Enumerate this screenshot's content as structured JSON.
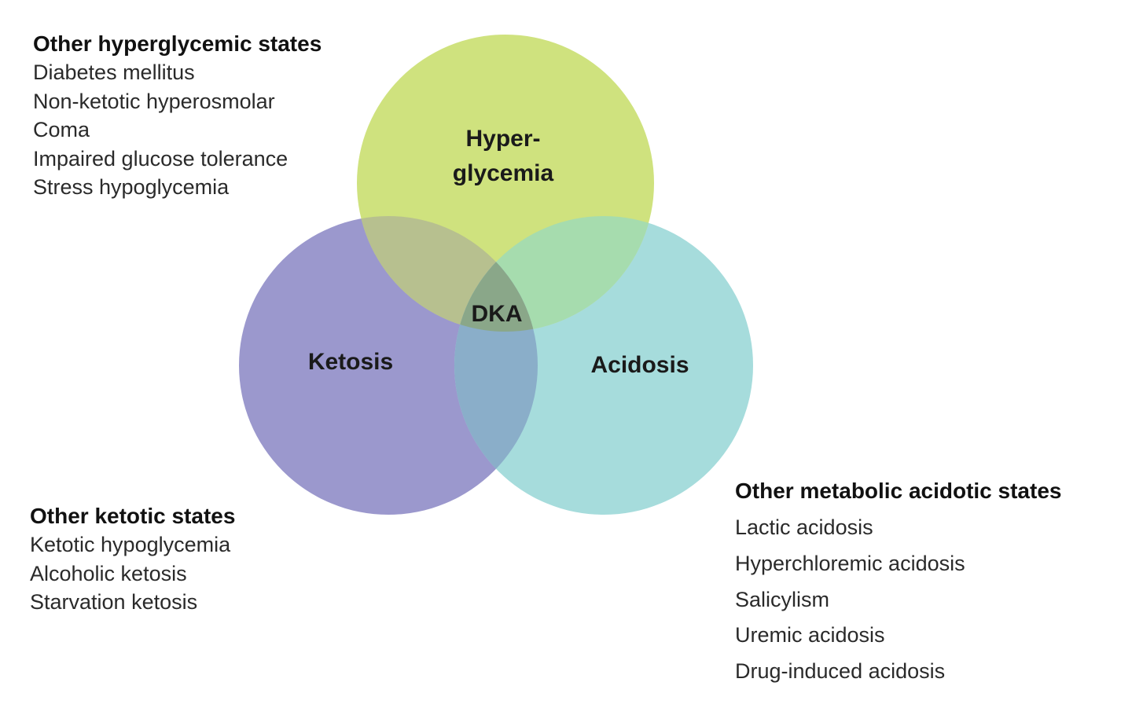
{
  "diagram": {
    "sets": [
      {
        "id": "hyperglycemia",
        "label_line1": "Hyper-",
        "label_line2": "glycemia",
        "color": "#cfe27e"
      },
      {
        "id": "ketosis",
        "label": "Ketosis",
        "color": "#9b98cd"
      },
      {
        "id": "acidosis",
        "label": "Acidosis",
        "color": "#a6dcdc"
      }
    ],
    "intersection": {
      "label": "DKA"
    },
    "overlap_colors": {
      "hyper_ketosis": "#b7c08f",
      "hyper_acidosis": "#a6dcae",
      "ketosis_acidosis": "#8aaec9",
      "center": "#8aa789"
    }
  },
  "blocks": {
    "hyperglycemic": {
      "heading": "Other hyperglycemic states",
      "items": [
        "Diabetes mellitus",
        "Non-ketotic hyperosmolar",
        "Coma",
        "Impaired glucose tolerance",
        "Stress hypoglycemia"
      ]
    },
    "ketotic": {
      "heading": "Other ketotic states",
      "items": [
        "Ketotic hypoglycemia",
        "Alcoholic ketosis",
        "Starvation ketosis"
      ]
    },
    "acidotic": {
      "heading": "Other metabolic acidotic states",
      "items": [
        "Lactic acidosis",
        "Hyperchloremic  acidosis",
        "Salicylism",
        "Uremic acidosis",
        "Drug-induced acidosis"
      ]
    }
  }
}
